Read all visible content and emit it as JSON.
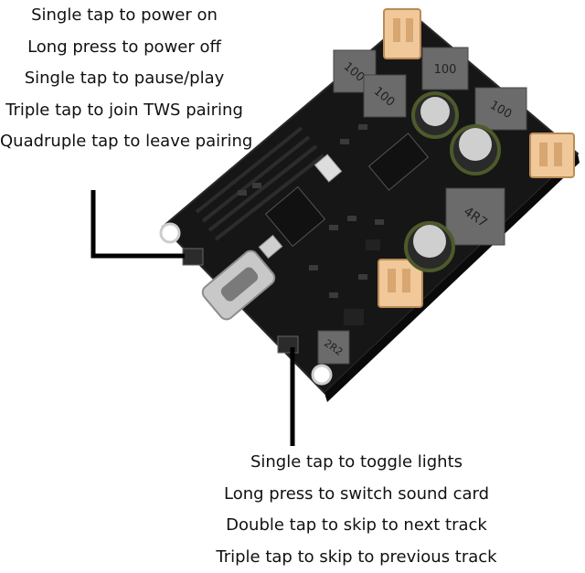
{
  "top_instructions": [
    "Single tap to power on",
    "Long press to power off",
    "Single tap to pause/play",
    "Triple tap to join TWS pairing",
    "Quadruple tap to leave pairing"
  ],
  "bottom_instructions": [
    "Single tap to toggle lights",
    "Long press to switch sound card",
    "Double tap to skip to next track",
    "Triple tap to skip to previous track"
  ],
  "board_markings": {
    "inductor_small": "100",
    "inductor_large": "4R7",
    "inductor_bottom": "2R2"
  }
}
